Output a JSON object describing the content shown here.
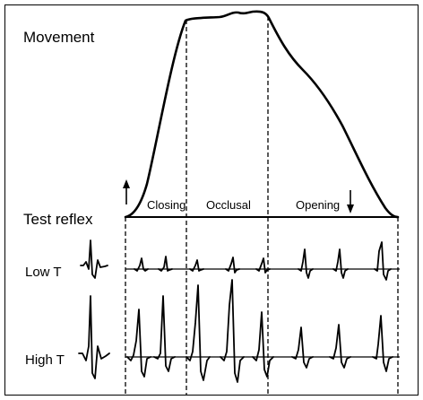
{
  "labels": {
    "movement": "Movement",
    "test_reflex": "Test reflex",
    "low_t": "Low T",
    "high_t": "High T",
    "phase_closing": "Closing",
    "phase_occlusal": "Occlusal",
    "phase_opening": "Opening"
  },
  "icons": {
    "stimulus_onset": "up-arrow-icon",
    "stimulus_end": "down-arrow-icon"
  },
  "colors": {
    "ink": "#000000",
    "background": "#ffffff"
  }
}
